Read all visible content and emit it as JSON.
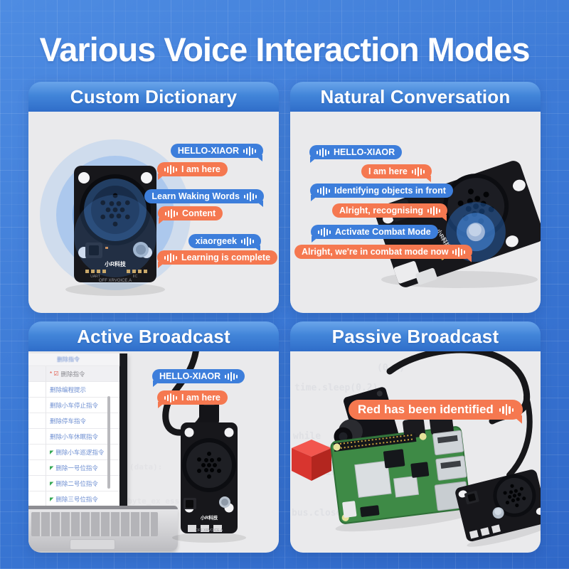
{
  "page": {
    "title": "Various Voice Interaction Modes"
  },
  "cards": [
    {
      "title": "Custom Dictionary",
      "bubbles": [
        {
          "text": "HELLO-XIAOR"
        },
        {
          "text": "I am here"
        },
        {
          "text": "Learn Waking Words"
        },
        {
          "text": "Content"
        },
        {
          "text": "xiaorgeek"
        },
        {
          "text": "Learning is complete"
        }
      ]
    },
    {
      "title": "Natural Conversation",
      "bubbles": [
        {
          "text": "HELLO-XIAOR"
        },
        {
          "text": "I am here"
        },
        {
          "text": "Identifying objects in front"
        },
        {
          "text": "Alright, recognising"
        },
        {
          "text": "Activate Combat Mode"
        },
        {
          "text": "Alright, we're in combat mode now"
        }
      ]
    },
    {
      "title": "Active Broadcast",
      "bubbles": [
        {
          "text": "HELLO-XIAOR"
        },
        {
          "text": "I am here"
        }
      ]
    },
    {
      "title": "Passive Broadcast",
      "bubbles": [
        {
          "text": "Red has been identified"
        }
      ]
    }
  ],
  "module_labels": {
    "brand": "小R科技",
    "model": "OFF XRVOICE.A",
    "uart": "UART",
    "iic": "IIC"
  },
  "laptop": {
    "topbar": "删除指令",
    "items": [
      {
        "text": "删除指令"
      },
      {
        "text": "删除编程提示"
      },
      {
        "text": "删除小车停止指令"
      },
      {
        "text": "删除停车指令"
      },
      {
        "text": "删除小车休眠指令"
      },
      {
        "text": "删除小车巡逻指令"
      },
      {
        "text": "删除一号位指令"
      },
      {
        "text": "删除二号位指令"
      },
      {
        "text": "删除三号位指令"
      }
    ]
  },
  "code_fragments": {
    "br": [
      "(0.2)",
      "time.sleep(0.2)",
      "while",
      "data = bus.read ata(addres",
      "time.sle",
      "print",
      "bus.close("
    ],
    "bl": [
      "(data):",
      "e_byte_ex ess,"
    ]
  },
  "colors": {
    "background": "#3a78d4",
    "bubble_blue": "#3d7edb",
    "bubble_orange": "#f57850",
    "card_header_top": "#63a0e8",
    "card_header_bottom": "#2f6dc9",
    "card_body": "#eaeaec"
  }
}
